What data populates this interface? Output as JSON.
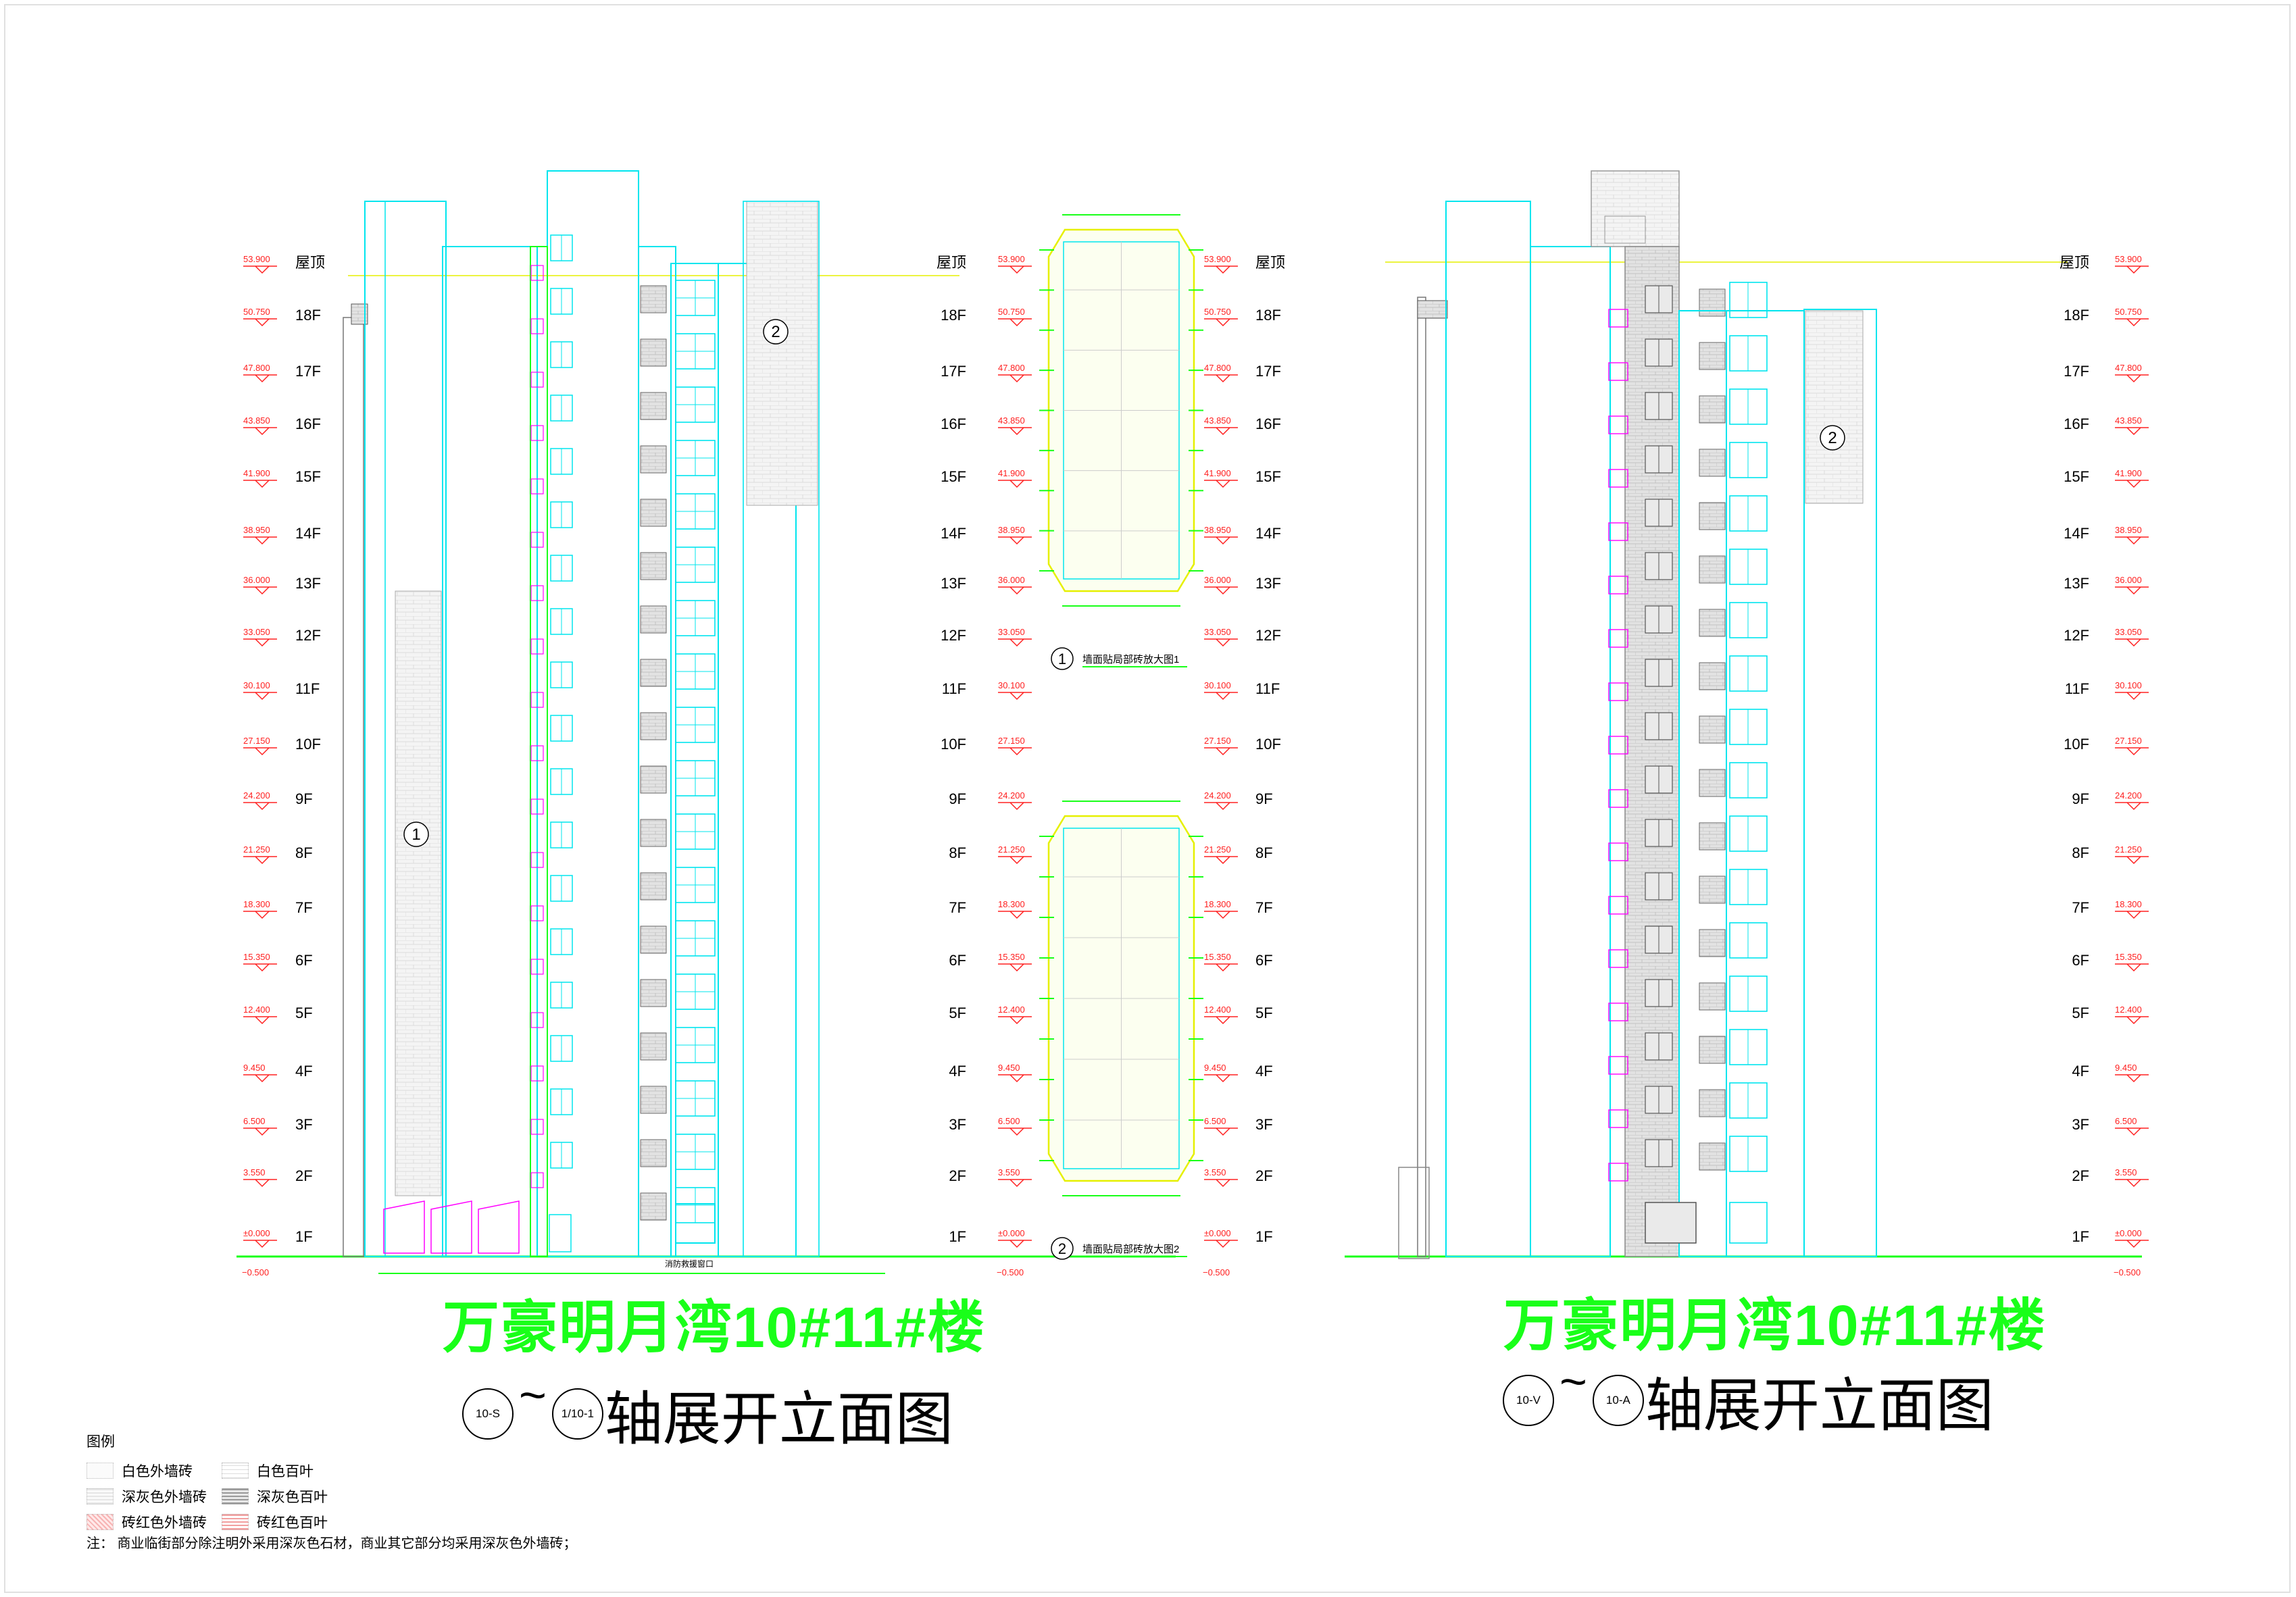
{
  "floors": [
    "屋顶",
    "18F",
    "17F",
    "16F",
    "15F",
    "14F",
    "13F",
    "12F",
    "11F",
    "10F",
    "9F",
    "8F",
    "7F",
    "6F",
    "5F",
    "4F",
    "3F",
    "2F",
    "1F"
  ],
  "elevations": [
    "53.900",
    "50.750",
    "47.800",
    "43.850",
    "41.900",
    "38.950",
    "36.000",
    "33.050",
    "30.100",
    "27.150",
    "24.200",
    "21.250",
    "18.300",
    "15.350",
    "12.400",
    "9.450",
    "6.500",
    "3.550",
    "±0.000"
  ],
  "ground_minus": "−0.500",
  "left_view": {
    "title": "万豪明月湾10#11#楼",
    "axis_from": "10-S",
    "axis_to": "1/10-1",
    "subtitle": "轴展开立面图",
    "mark_1": "1",
    "mark_2": "2",
    "entrance_label": "消防救援窗口"
  },
  "right_view": {
    "title": "万豪明月湾10#11#楼",
    "axis_from": "10-V",
    "axis_to": "10-A",
    "subtitle": "轴展开立面图",
    "mark_2": "2"
  },
  "details": {
    "detail_1_num": "1",
    "detail_1_label": "墙面贴局部砖放大图1",
    "detail_2_num": "2",
    "detail_2_label": "墙面贴局部砖放大图2"
  },
  "legend": {
    "title": "图例",
    "items": [
      "白色外墙砖",
      "白色百叶",
      "深灰色外墙砖",
      "深灰色百叶",
      "砖红色外墙砖",
      "砖红色百叶"
    ]
  },
  "note": "注：  商业临街部分除注明外采用深灰色石材，商业其它部分均采用深灰色外墙砖；",
  "colors": {
    "cyan": "#00e5ee",
    "green": "#19ff19",
    "red": "#ff2020",
    "magenta": "#ff00ff",
    "yellow": "#e6f000",
    "grey": "#9a9a9a"
  }
}
